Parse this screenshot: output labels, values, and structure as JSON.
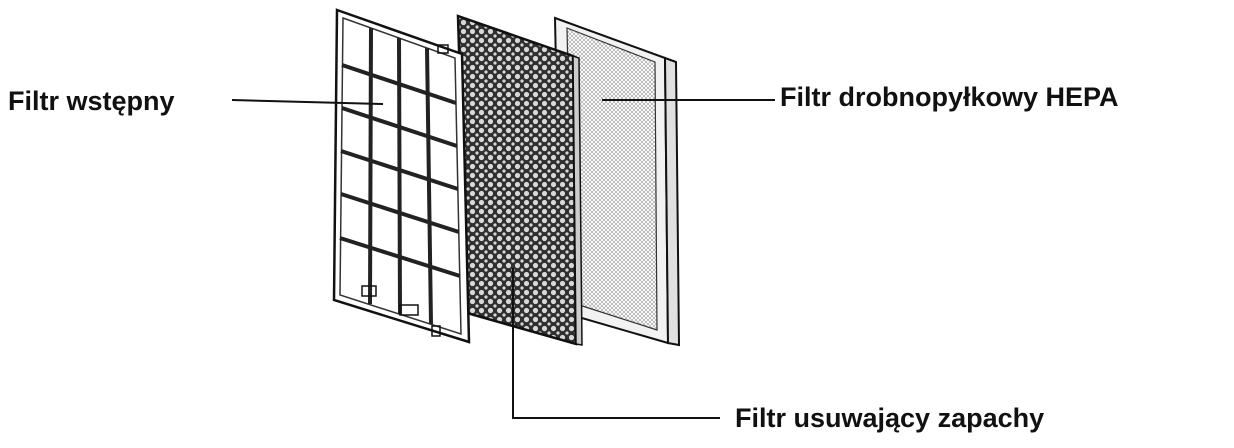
{
  "labels": {
    "pre_filter": "Filtr wstępny",
    "hepa_filter": "Filtr drobnopyłkowy HEPA",
    "odor_filter": "Filtr usuwający zapachy"
  },
  "icons": [
    "pre-filter-panel-icon",
    "carbon-filter-panel-icon",
    "hepa-filter-panel-icon"
  ],
  "colors": {
    "ink": "#111111",
    "background": "#ffffff"
  }
}
